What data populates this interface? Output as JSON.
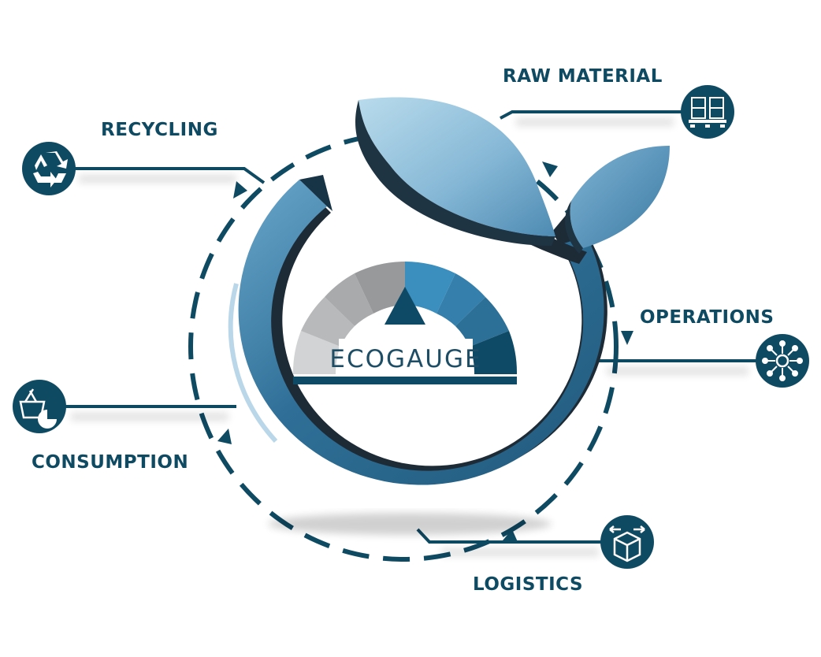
{
  "center_label": "ECOGAUGE",
  "stages": {
    "raw_material": {
      "label": "RAW MATERIAL",
      "icon": "pallet-boxes-icon"
    },
    "recycling": {
      "label": "RECYCLING",
      "icon": "recycle-icon"
    },
    "operations": {
      "label": "OPERATIONS",
      "icon": "network-hub-icon"
    },
    "consumption": {
      "label": "CONSUMPTION",
      "icon": "basket-pie-icon"
    },
    "logistics": {
      "label": "LOGISTICS",
      "icon": "box-arrows-icon"
    }
  },
  "colors": {
    "navy": "#0f4a63",
    "ring_blue": "#2e6f96",
    "ring_light": "#5e9cc4",
    "ring_dark": "#1d2b36",
    "leaf_light": "#a9cfe3",
    "leaf_mid": "#6ea6c8",
    "gauge_grey_1": "#d2d3d4",
    "gauge_grey_2": "#b8b9bb",
    "gauge_grey_3": "#9d9ea0",
    "gauge_blue_1": "#3a8fbd",
    "gauge_blue_2": "#2c7aa4",
    "gauge_navy": "#0e4a66"
  }
}
